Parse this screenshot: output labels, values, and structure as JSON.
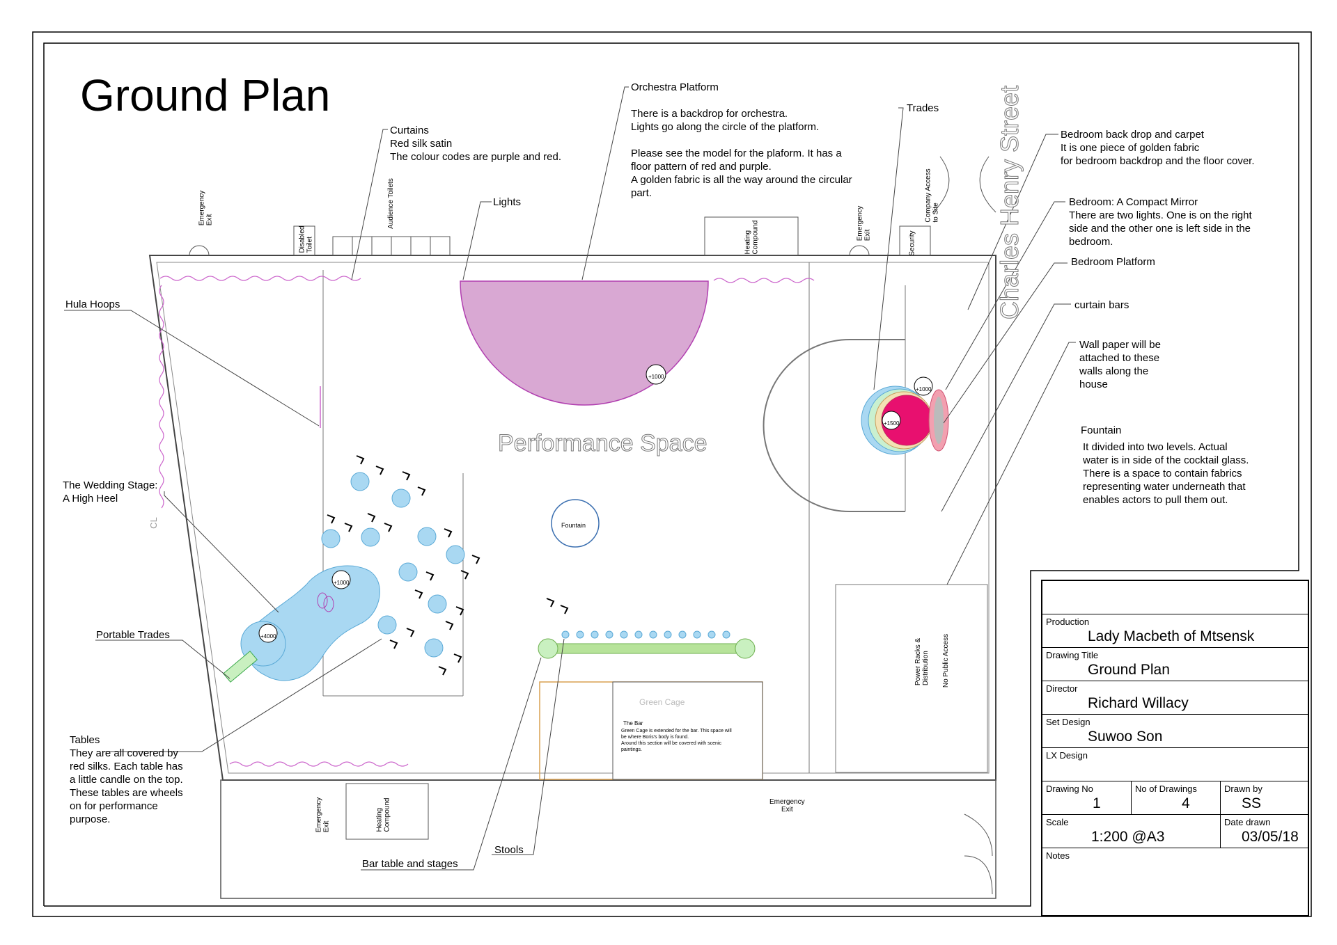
{
  "page_title": "Ground Plan",
  "street_label": "Charles Henry Street",
  "performance_space": "Performance Space",
  "cl_label": "CL",
  "annotations": {
    "orchestra": "Orchestra Platform\n\nThere is a backdrop for orchestra.\nLights go along the circle of the platform.\n\nPlease see the model for the plaform. It has a\nfloor pattern of red and purple.\nA golden fabric is all the way around the circular\npart.",
    "curtains": "Curtains\nRed silk satin\nThe colour codes are purple and red.",
    "lights": "Lights",
    "trades": "Trades",
    "bedroom_backdrop": "Bedroom back drop and carpet\nIt is one piece of golden fabric\nfor bedroom backdrop and the floor cover.",
    "bedroom_mirror": "Bedroom: A Compact Mirror\nThere are two lights. One is on the right\nside and the other one is left side in the\nbedroom.",
    "bedroom_platform": "Bedroom Platform",
    "curtain_bars": "curtain bars",
    "wall_paper": "Wall paper will be\nattached to these\nwalls along the\nhouse",
    "fountain_title": "Fountain",
    "fountain_desc": "It divided into two levels. Actual\nwater is in side of the cocktail glass.\nThere is a space to contain fabrics\nrepresenting water underneath that\nenables actors to pull them out.",
    "hula_hoops": "Hula Hoops",
    "wedding_stage": "The Wedding Stage:\nA High Heel",
    "portable_trades": "Portable Trades",
    "tables": "Tables\nThey are all covered by\nred silks. Each table has\na little  candle on the top.\nThese tables are wheels\non for performance\npurpose.",
    "bar_table": "Bar table and stages",
    "stools": "Stools"
  },
  "plan_labels": {
    "emergency_exit": "Emergency\nExit",
    "disabled_toilet": "Disabled\nToilet",
    "audience_toilets": "Audience Toilets",
    "heating_compound": "Heating\nCompound",
    "security": "Security",
    "company_access": "Company Access\nto Site",
    "fountain": "Fountain",
    "green_cage": "Green Cage",
    "the_bar": "The Bar",
    "bar_desc": "Green Cage is extended for the bar. This space will\nbe where Boris's body is found.\nAround this section will be covered with scenic\npaintings.",
    "power_racks": "Power Racks &\nDistribution",
    "no_public": "No Public Access",
    "level_1000": "+1000",
    "level_1500": "+1500",
    "level_4000": "+4000"
  },
  "title_block": {
    "production_label": "Production",
    "production": "Lady Macbeth of Mtsensk",
    "drawing_title_label": "Drawing Title",
    "drawing_title": "Ground Plan",
    "director_label": "Director",
    "director": "Richard Willacy",
    "set_design_label": "Set Design",
    "set_design": "Suwoo Son",
    "lx_design_label": "LX Design",
    "lx_design": "",
    "drawing_no_label": "Drawing No",
    "drawing_no": "1",
    "no_of_drawings_label": "No of Drawings",
    "no_of_drawings": "4",
    "drawn_by_label": "Drawn by",
    "drawn_by": "SS",
    "scale_label": "Scale",
    "scale": "1:200 @A3",
    "date_drawn_label": "Date drawn",
    "date_drawn": "03/05/18",
    "notes_label": "Notes"
  },
  "colors": {
    "orchestra_fill": "#d9a8d3",
    "orchestra_stroke": "#b13fb0",
    "curtain": "#cc66cc",
    "table_blue": "#a9d8f2",
    "table_stroke": "#5aa9d6",
    "bed_pink": "#e8106f",
    "bar_green": "#b7e39a",
    "cage_orange": "#d9a050",
    "wall": "#555555"
  }
}
